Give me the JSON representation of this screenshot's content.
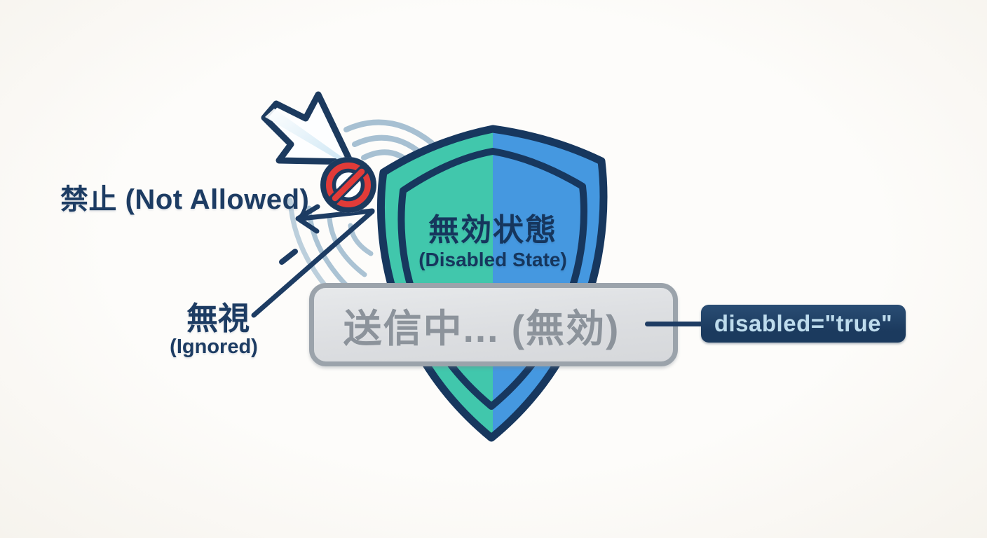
{
  "labels": {
    "not_allowed": "禁止 (Not Allowed)",
    "ignored_ja": "無視",
    "ignored_en": "(Ignored)"
  },
  "shield": {
    "title_ja": "無効状態",
    "title_en": "(Disabled State)"
  },
  "button": {
    "label": "送信中... (無効)"
  },
  "code": {
    "attribute": "disabled=\"true\""
  },
  "icons": {
    "cursor": "cursor-arrow-icon",
    "prohibition": "no-entry-icon",
    "shield": "shield-icon",
    "ripples": "ripple-arcs"
  },
  "colors": {
    "navy": "#1d3c63",
    "shield_teal": "#41c7ac",
    "shield_blue": "#4598e0",
    "prohibition_red": "#e23b38",
    "ripple_gray_blue": "#a3bdd0",
    "button_fill": "#dcdee1",
    "button_border": "#9ba3ab",
    "button_text": "#8c939b",
    "code_bg": "#1b3a5e",
    "code_text": "#bedced",
    "background": "#faf8f4"
  }
}
